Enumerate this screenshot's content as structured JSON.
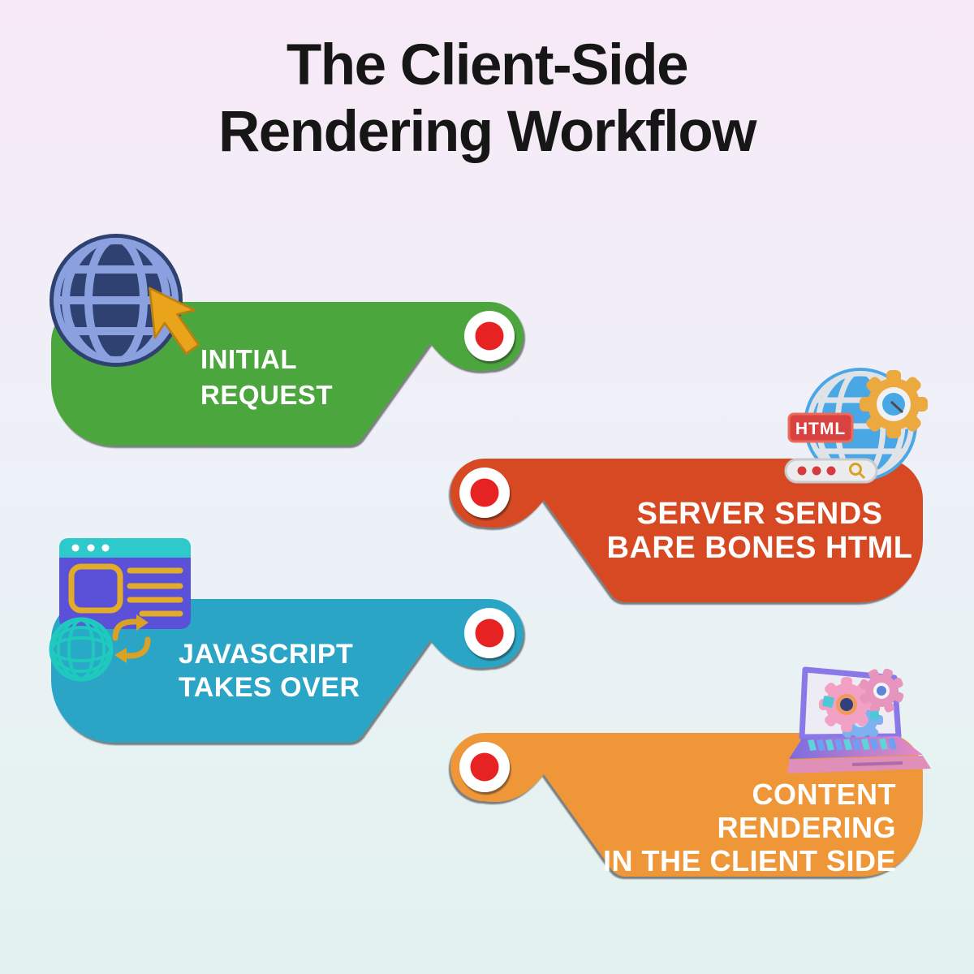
{
  "title": {
    "line1": "The Client-Side",
    "line2": "Rendering Workflow"
  },
  "steps": [
    {
      "index": 1,
      "side": "left",
      "label_line1": "INITIAL",
      "label_line2": "REQUEST",
      "color": "#4CA63C",
      "icon": "globe-cursor-icon"
    },
    {
      "index": 2,
      "side": "right",
      "label_line1": "SERVER SENDS",
      "label_line2": "BARE BONES HTML",
      "color": "#D74A24",
      "icon": "html-globe-gear-icon"
    },
    {
      "index": 3,
      "side": "left",
      "label_line1": "JAVASCRIPT",
      "label_line2": "TAKES OVER",
      "color": "#2AA5C6",
      "icon": "browser-window-icon"
    },
    {
      "index": 4,
      "side": "right",
      "label_line1": "CONTENT RENDERING",
      "label_line2": "IN THE CLIENT SIDE",
      "color": "#EE9637",
      "icon": "laptop-gears-icon"
    }
  ],
  "markers": {
    "ring_color": "#FFFFFF",
    "dot_color": "#E62222"
  },
  "icons": {
    "html_chip_text": "HTML"
  },
  "colors": {
    "background_top": "#F8E9F7",
    "background_middle": "#EDF1F8",
    "background_bottom": "#E2F2EE",
    "title_text": "#161616",
    "label_text": "#FFFFFF"
  }
}
